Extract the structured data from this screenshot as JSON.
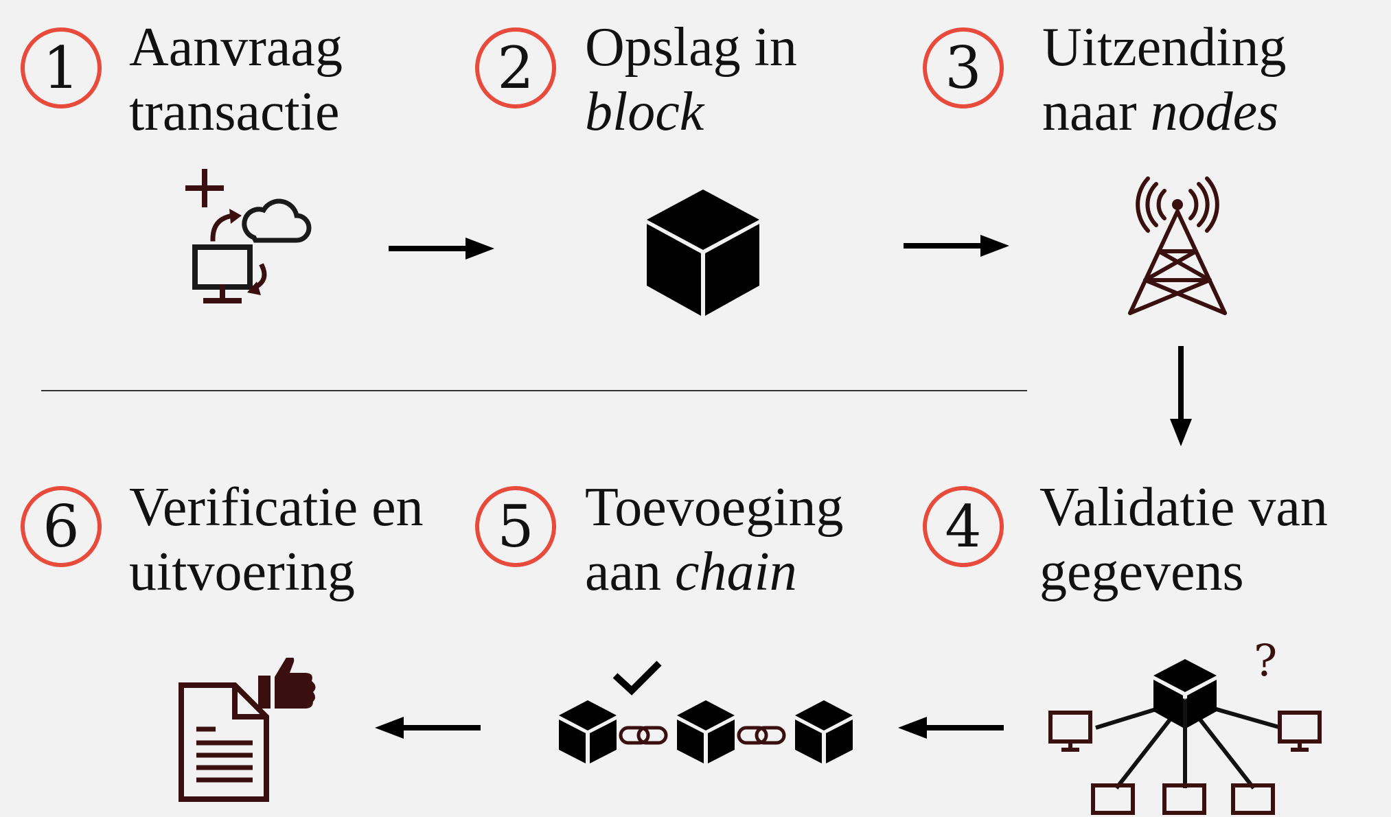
{
  "steps": [
    {
      "number": "1",
      "line1": "Aanvraag",
      "line2_plain": "transactie",
      "line2_italic": ""
    },
    {
      "number": "2",
      "line1": "Opslag in",
      "line2_plain": "",
      "line2_italic": "block"
    },
    {
      "number": "3",
      "line1": "Uitzending",
      "line2_plain": "naar ",
      "line2_italic": "nodes"
    },
    {
      "number": "4",
      "line1": "Validatie van",
      "line2_plain": "gegevens",
      "line2_italic": ""
    },
    {
      "number": "5",
      "line1": "Toevoeging",
      "line2_plain": "aan ",
      "line2_italic": "chain"
    },
    {
      "number": "6",
      "line1": "Verificatie en",
      "line2_plain": "uitvoering",
      "line2_italic": ""
    }
  ],
  "icons": {
    "step1": "computer-cloud-sync-icon",
    "step2": "cube-block-icon",
    "step3": "broadcast-tower-icon",
    "step4": "node-network-validation-icon",
    "step5": "linked-blocks-chain-icon",
    "step6": "document-thumbs-up-icon"
  },
  "question_mark": "?",
  "colors": {
    "accent": "#e84a3c",
    "dark_red": "#3a0f0f",
    "background": "#f2f2f2"
  }
}
